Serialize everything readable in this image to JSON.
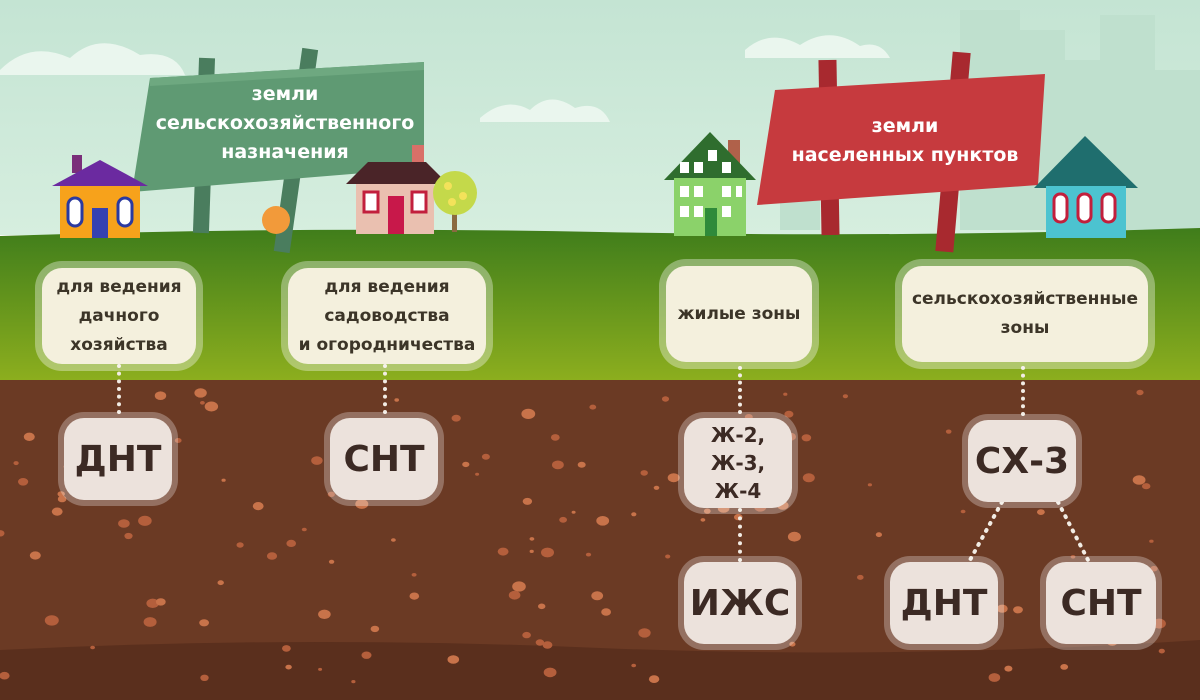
{
  "signs": {
    "agricultural": {
      "line1": "земли",
      "line2": "сельскохозяйственного",
      "line3": "назначения"
    },
    "settlements": {
      "line1": "земли",
      "line2": "населенных пунктов"
    }
  },
  "categories": [
    {
      "line1": "для ведения",
      "line2": "дачного",
      "line3": "хозяйства"
    },
    {
      "line1": "для ведения",
      "line2": "садоводства",
      "line3": "и огородничества"
    },
    {
      "line1": "жилые зоны"
    },
    {
      "line1": "сельскохозяйственные",
      "line2": "зоны"
    }
  ],
  "codes": {
    "dnt_1": "ДНТ",
    "snt_1": "СНТ",
    "zh": {
      "line1": "Ж-2,",
      "line2": "Ж-3,",
      "line3": "Ж-4"
    },
    "izhs": "ИЖС",
    "skh3": "СХ-3",
    "dnt_2": "ДНТ",
    "snt_2": "СНТ"
  },
  "colors": {
    "sky": "#c9e6d7",
    "grass": "#5b8e1b",
    "soil": "#6b3a24",
    "sign_green": "#5f9a73",
    "sign_red": "#c63a3e",
    "box_fill": "#ece2dc"
  }
}
